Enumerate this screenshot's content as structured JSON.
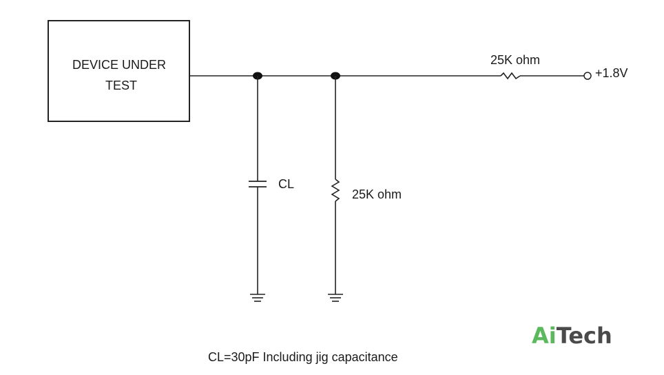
{
  "dut": {
    "line1": "DEVICE UNDER",
    "line2": "TEST"
  },
  "capacitor": {
    "label": "CL"
  },
  "shunt_resistor": {
    "label": "25K ohm"
  },
  "series_resistor": {
    "label": "25K ohm"
  },
  "supply": {
    "label": "+1.8V"
  },
  "caption": "CL=30pF Including jig capacitance",
  "logo": {
    "part1": "Ai",
    "part2": "Tech",
    "color1": "#5cb85c",
    "color2": "#4a4a4a"
  }
}
